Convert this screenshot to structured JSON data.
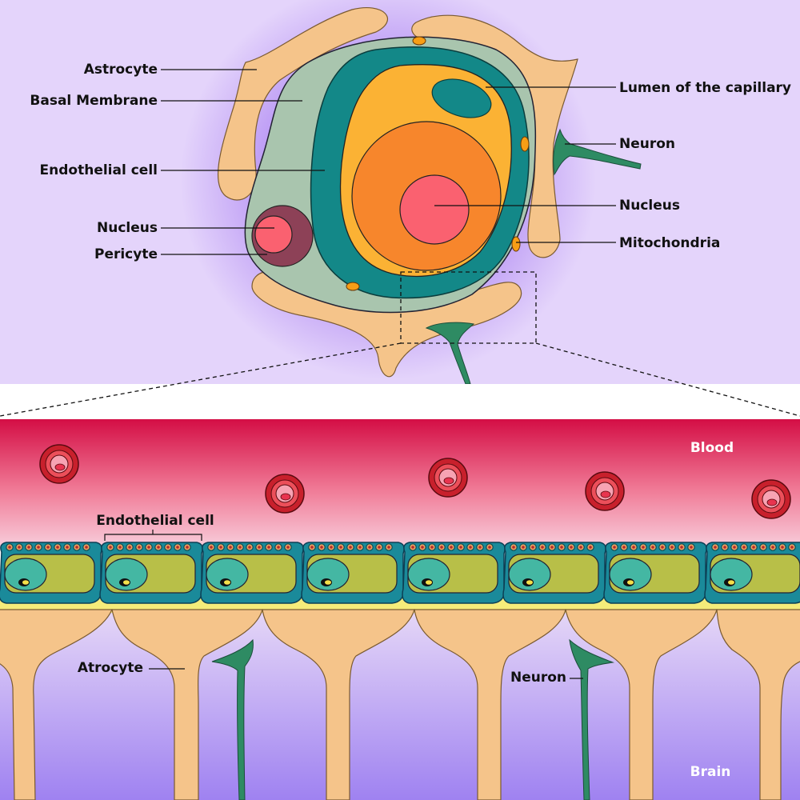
{
  "top_panel": {
    "labels": {
      "astrocyte": "Astrocyte",
      "basal_membrane": "Basal Membrane",
      "endothelial_cell": "Endothelial cell",
      "nucleus_pericyte": "Nucleus",
      "pericyte": "Pericyte",
      "lumen": "Lumen of the capillary",
      "neuron": "Neuron",
      "nucleus_endothelial": "Nucleus",
      "mitochondria": "Mitochondria"
    }
  },
  "bottom_panel": {
    "labels": {
      "blood": "Blood",
      "endothelial_cell": "Endothelial cell",
      "astrocyte": "Atrocyte",
      "neuron": "Neuron",
      "brain": "Brain"
    }
  },
  "colors": {
    "background_top": "#e4d4fb",
    "astrocyte": "#f5c48a",
    "basal_membrane": "#a9c5ae",
    "endothelial": "#138888",
    "lumen": "#fbb234",
    "nucleus_outer": "#f7862c",
    "nucleus_inner": "#fa6170",
    "pericyte": "#8d4157",
    "neuron": "#2e8b63",
    "mitochondria": "#f79e16",
    "blood_top": "#d40e45",
    "blood_bottom": "#f7c4d4",
    "brain_top": "#e0d0f5",
    "brain_bottom": "#a98ef2",
    "endo_cytoplasm": "#b8bf48",
    "endo_nucleus": "#44b7a3",
    "basal_layer": "#f5ec7a"
  }
}
